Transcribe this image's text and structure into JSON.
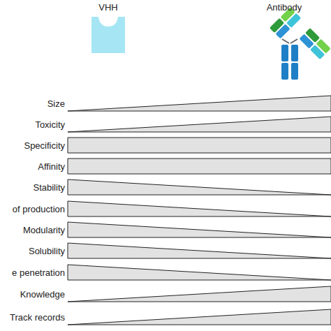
{
  "diagram": {
    "labels": [
      "VHH",
      "Antibody",
      "Size",
      "Toxicity",
      "Specificity",
      "Affinity",
      "Stability",
      "of production",
      "Modularity",
      "Solubility",
      "e penetration",
      "Knowledge",
      "Track records"
    ]
  }
}
